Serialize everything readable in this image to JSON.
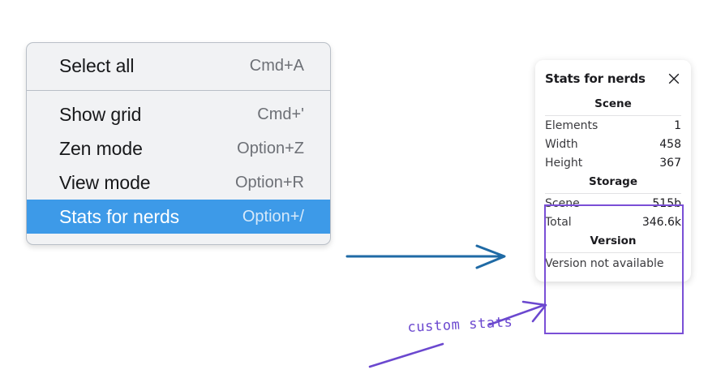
{
  "context_menu": {
    "groups": [
      {
        "items": [
          {
            "label": "Select all",
            "shortcut": "Cmd+A",
            "selected": false
          }
        ]
      },
      {
        "items": [
          {
            "label": "Show grid",
            "shortcut": "Cmd+'",
            "selected": false
          },
          {
            "label": "Zen mode",
            "shortcut": "Option+Z",
            "selected": false
          },
          {
            "label": "View mode",
            "shortcut": "Option+R",
            "selected": false
          },
          {
            "label": "Stats for nerds",
            "shortcut": "Option+/",
            "selected": true
          }
        ]
      }
    ],
    "selected_highlight_color": "#3d9ae8"
  },
  "stats_panel": {
    "title": "Stats for nerds",
    "close_icon": "close-icon",
    "sections": [
      {
        "heading": "Scene",
        "rows": [
          {
            "key": "Elements",
            "value": "1"
          },
          {
            "key": "Width",
            "value": "458"
          },
          {
            "key": "Height",
            "value": "367"
          }
        ]
      },
      {
        "heading": "Storage",
        "rows": [
          {
            "key": "Scene",
            "value": "515b"
          },
          {
            "key": "Total",
            "value": "346.6k"
          }
        ]
      },
      {
        "heading": "Version",
        "note": "Version not available"
      }
    ]
  },
  "annotations": {
    "handwritten_label": "custom stats",
    "purple_color": "#6b48cf",
    "blue_arrow_color": "#1f6aa5"
  }
}
